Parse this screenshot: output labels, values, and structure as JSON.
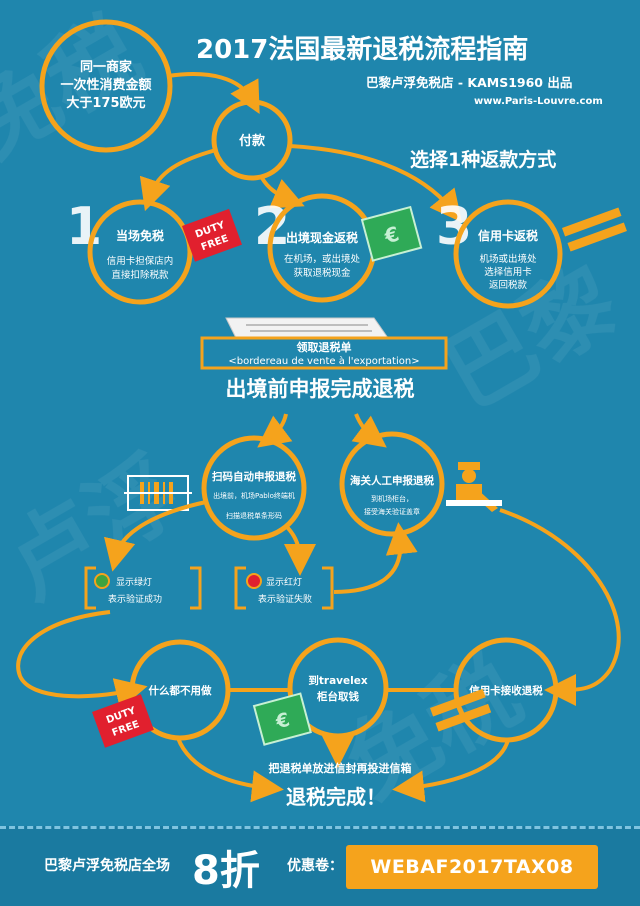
{
  "header": {
    "title": "2017法国最新退税流程指南",
    "subtitle": "巴黎卢浮免税店 - KAMS1960 出品",
    "website": "www.Paris-Louvre.com"
  },
  "top_circle": {
    "line1": "同一商家",
    "line2": "一次性消费金额",
    "line3": "大于175欧元"
  },
  "payment": "付款",
  "choose_title": "选择1种返款方式",
  "options": [
    {
      "number": "1",
      "title": "当场免税",
      "line1": "信用卡担保店内",
      "line2": "直接扣除税款"
    },
    {
      "number": "2",
      "title": "出境现金返税",
      "line1": "在机场，或出境处",
      "line2": "获取退税现金"
    },
    {
      "number": "3",
      "title": "信用卡返税",
      "line1": "机场或出境处",
      "line2": "选择信用卡",
      "line3": "返回税款"
    }
  ],
  "duty_free_tag": {
    "line1": "DUTY",
    "line2": "FREE"
  },
  "euro_symbol": "€",
  "form": {
    "line1": "领取退税单",
    "line2": "<bordereau de vente à l'exportation>"
  },
  "section_title": "出境前申报完成退税",
  "scan": {
    "title": "扫码自动申报退税",
    "line1": "出境前，机场Pablo终端机",
    "line2": "扫描退税单条形码"
  },
  "customs": {
    "title": "海关人工申报退税",
    "line1": "到机场柜台，",
    "line2": "接受海关验证盖章"
  },
  "green_light": {
    "line1": "显示绿灯",
    "line2": "表示验证成功"
  },
  "red_light": {
    "line1": "显示红灯",
    "line2": "表示验证失败"
  },
  "nothing": "什么都不用做",
  "travelex": {
    "line1": "到travelex",
    "line2": "柜台取钱"
  },
  "card_receive": "信用卡接收退税",
  "mailbox": "把退税单放进信封再投进信箱",
  "complete": "退税完成！",
  "footer": {
    "label": "巴黎卢浮免税店全场",
    "discount": "8折",
    "suffix": "优惠卷：",
    "code": "WEBAF2017TAX08"
  },
  "colors": {
    "background": "#1f86ad",
    "accent": "#f5a31c",
    "white": "#ffffff",
    "red": "#e1202e",
    "green": "#3fa33f"
  }
}
